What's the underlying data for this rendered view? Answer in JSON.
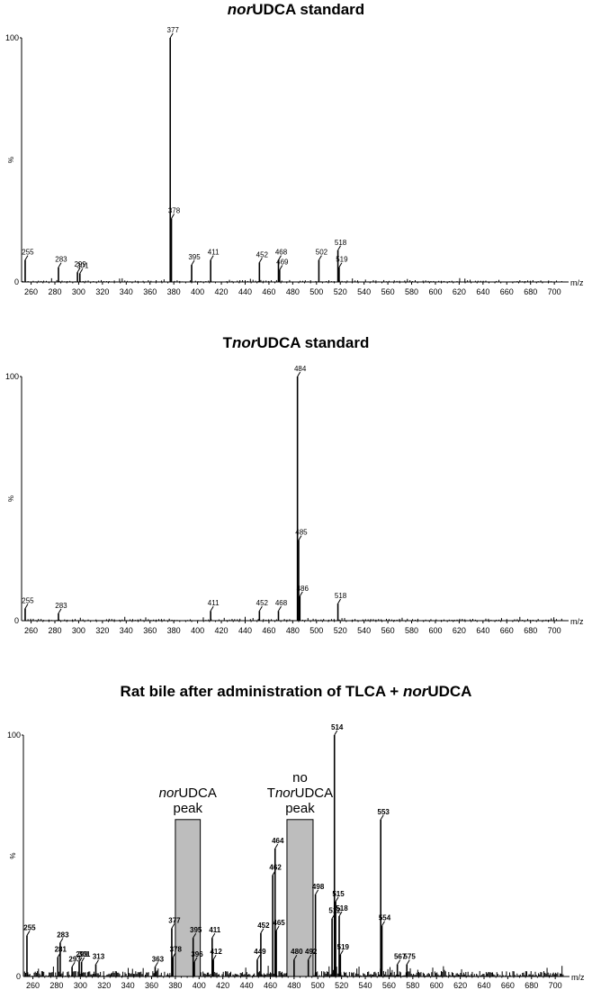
{
  "chart_data": [
    {
      "type": "bar",
      "title_parts": [
        {
          "text": "nor",
          "italic": true
        },
        {
          "text": "UDCA standard",
          "italic": false
        }
      ],
      "xlabel": "m/z",
      "ylabel": "%",
      "xlim": [
        252,
        712
      ],
      "ylim": [
        0,
        100
      ],
      "ytick_labels": [
        "0",
        "100"
      ],
      "xticks": [
        260,
        280,
        300,
        320,
        340,
        360,
        380,
        400,
        420,
        440,
        460,
        480,
        500,
        520,
        540,
        560,
        580,
        600,
        620,
        640,
        660,
        680,
        700
      ],
      "peaks": [
        {
          "mz": 255,
          "y": 9,
          "label": "255"
        },
        {
          "mz": 283,
          "y": 6,
          "label": "283"
        },
        {
          "mz": 299,
          "y": 4,
          "label": "299"
        },
        {
          "mz": 301,
          "y": 3.5,
          "label": "301"
        },
        {
          "mz": 377,
          "y": 100,
          "label": "377"
        },
        {
          "mz": 378,
          "y": 26,
          "label": "378"
        },
        {
          "mz": 395,
          "y": 7,
          "label": "395"
        },
        {
          "mz": 411,
          "y": 9,
          "label": "411"
        },
        {
          "mz": 452,
          "y": 8,
          "label": "452"
        },
        {
          "mz": 468,
          "y": 9,
          "label": "468"
        },
        {
          "mz": 469,
          "y": 5,
          "label": "469"
        },
        {
          "mz": 502,
          "y": 9,
          "label": "502"
        },
        {
          "mz": 518,
          "y": 13,
          "label": "518"
        },
        {
          "mz": 519,
          "y": 6,
          "label": "519"
        }
      ]
    },
    {
      "type": "bar",
      "title_parts": [
        {
          "text": "T",
          "italic": false
        },
        {
          "text": "nor",
          "italic": true
        },
        {
          "text": "UDCA standard",
          "italic": false
        }
      ],
      "xlabel": "m/z",
      "ylabel": "%",
      "xlim": [
        252,
        712
      ],
      "ylim": [
        0,
        100
      ],
      "ytick_labels": [
        "0",
        "100"
      ],
      "xticks": [
        260,
        280,
        300,
        320,
        340,
        360,
        380,
        400,
        420,
        440,
        460,
        480,
        500,
        520,
        540,
        560,
        580,
        600,
        620,
        640,
        660,
        680,
        700
      ],
      "peaks": [
        {
          "mz": 255,
          "y": 5,
          "label": "255"
        },
        {
          "mz": 283,
          "y": 3,
          "label": "283"
        },
        {
          "mz": 411,
          "y": 4,
          "label": "411"
        },
        {
          "mz": 452,
          "y": 4,
          "label": "452"
        },
        {
          "mz": 468,
          "y": 4,
          "label": "468"
        },
        {
          "mz": 484,
          "y": 100,
          "label": "484"
        },
        {
          "mz": 485,
          "y": 33,
          "label": "485"
        },
        {
          "mz": 486,
          "y": 10,
          "label": "486"
        },
        {
          "mz": 518,
          "y": 7,
          "label": "518"
        }
      ]
    },
    {
      "type": "bar",
      "title_parts": [
        {
          "text": "Rat bile after administration of TLCA + ",
          "italic": false
        },
        {
          "text": "nor",
          "italic": true
        },
        {
          "text": "UDCA",
          "italic": false
        }
      ],
      "xlabel": "m/z",
      "ylabel": "%",
      "xlim": [
        252,
        712
      ],
      "ylim": [
        0,
        100
      ],
      "ytick_labels": [
        "0",
        "100"
      ],
      "xticks": [
        260,
        280,
        300,
        320,
        340,
        360,
        380,
        400,
        420,
        440,
        460,
        480,
        500,
        520,
        540,
        560,
        580,
        600,
        620,
        640,
        660,
        680,
        700
      ],
      "peaks": [
        {
          "mz": 255,
          "y": 17,
          "label": "255"
        },
        {
          "mz": 281,
          "y": 8,
          "label": "281"
        },
        {
          "mz": 283,
          "y": 14,
          "label": "283"
        },
        {
          "mz": 293,
          "y": 4,
          "label": "293"
        },
        {
          "mz": 299,
          "y": 6,
          "label": "299"
        },
        {
          "mz": 301,
          "y": 6,
          "label": "301"
        },
        {
          "mz": 313,
          "y": 5,
          "label": "313"
        },
        {
          "mz": 363,
          "y": 4,
          "label": "363"
        },
        {
          "mz": 377,
          "y": 20,
          "label": "377"
        },
        {
          "mz": 378,
          "y": 8,
          "label": "378"
        },
        {
          "mz": 395,
          "y": 16,
          "label": "395"
        },
        {
          "mz": 396,
          "y": 6,
          "label": "396"
        },
        {
          "mz": 411,
          "y": 16,
          "label": "411"
        },
        {
          "mz": 412,
          "y": 7,
          "label": "412"
        },
        {
          "mz": 449,
          "y": 7,
          "label": "449"
        },
        {
          "mz": 452,
          "y": 18,
          "label": "452"
        },
        {
          "mz": 462,
          "y": 42,
          "label": "462"
        },
        {
          "mz": 464,
          "y": 53,
          "label": "464"
        },
        {
          "mz": 465,
          "y": 19,
          "label": "465"
        },
        {
          "mz": 480,
          "y": 7,
          "label": "480"
        },
        {
          "mz": 492,
          "y": 7,
          "label": "492"
        },
        {
          "mz": 498,
          "y": 34,
          "label": "498"
        },
        {
          "mz": 512,
          "y": 24,
          "label": "512"
        },
        {
          "mz": 514,
          "y": 100,
          "label": "514"
        },
        {
          "mz": 515,
          "y": 31,
          "label": "515"
        },
        {
          "mz": 518,
          "y": 25,
          "label": "518"
        },
        {
          "mz": 519,
          "y": 9,
          "label": "519"
        },
        {
          "mz": 553,
          "y": 65,
          "label": "553"
        },
        {
          "mz": 554,
          "y": 21,
          "label": "554"
        },
        {
          "mz": 567,
          "y": 5,
          "label": "567"
        },
        {
          "mz": 575,
          "y": 5,
          "label": "575"
        }
      ],
      "annotations": [
        {
          "lines": [
            [
              {
                "text": "nor",
                "italic": true
              },
              {
                "text": "UDCA",
                "italic": false
              }
            ],
            [
              {
                "text": "peak",
                "italic": false
              }
            ]
          ],
          "mz_from": 380,
          "mz_to": 401,
          "height": 65
        },
        {
          "lines": [
            [
              {
                "text": "no",
                "italic": false
              }
            ],
            [
              {
                "text": "T",
                "italic": false
              },
              {
                "text": "nor",
                "italic": true
              },
              {
                "text": "UDCA",
                "italic": false
              }
            ],
            [
              {
                "text": "peak",
                "italic": false
              }
            ]
          ],
          "mz_from": 474,
          "mz_to": 496,
          "height": 65
        }
      ]
    }
  ]
}
